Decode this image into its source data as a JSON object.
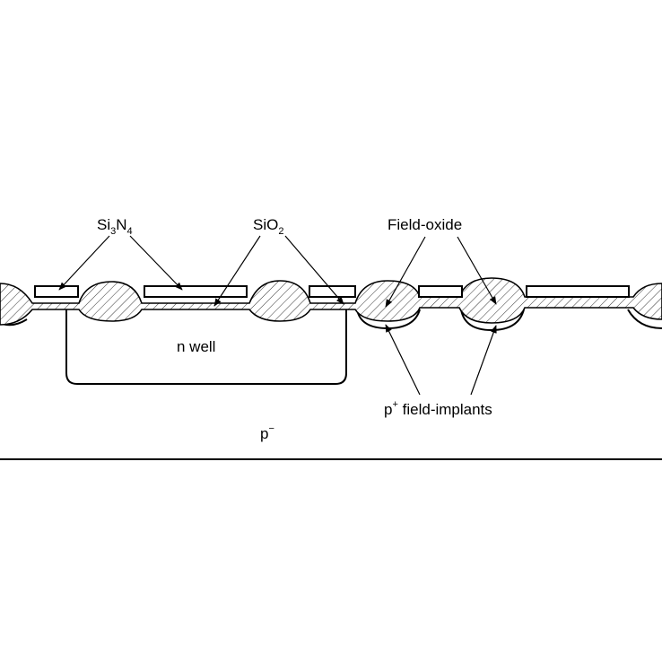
{
  "labels": {
    "si3n4": {
      "base": "Si",
      "sub1": "3",
      "mid": "N",
      "sub2": "4"
    },
    "sio2": {
      "base": "SiO",
      "sub": "2"
    },
    "field_oxide": "Field-oxide",
    "n_well": "n well",
    "p_field_implants": {
      "base": "p",
      "sup": "+",
      "rest": " field-implants"
    },
    "substrate": {
      "base": "p",
      "sup": "−"
    }
  }
}
